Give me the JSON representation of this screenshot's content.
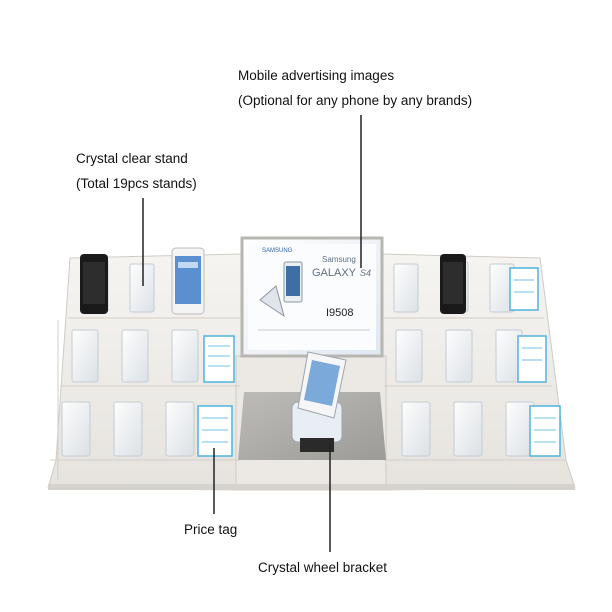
{
  "labels": {
    "ad_images_line1": "Mobile advertising images",
    "ad_images_line2": "(Optional for any phone by any brands)",
    "stand_line1": "Crystal clear stand",
    "stand_line2": "(Total 19pcs stands)",
    "price_tag": "Price tag",
    "wheel_bracket": "Crystal wheel bracket"
  },
  "poster": {
    "brand": "SAMSUNG",
    "product_line1": "Samsung",
    "product_line2": "GALAXY",
    "model_badge": "S4",
    "model_number": "I9508"
  },
  "colors": {
    "fixture_white": "#f1efec",
    "fixture_shadow": "#c9c6c1",
    "acrylic": "#e3e9ee",
    "mirror_base": "#a9a8a4",
    "price_tag_blue": "#4fb3df"
  }
}
